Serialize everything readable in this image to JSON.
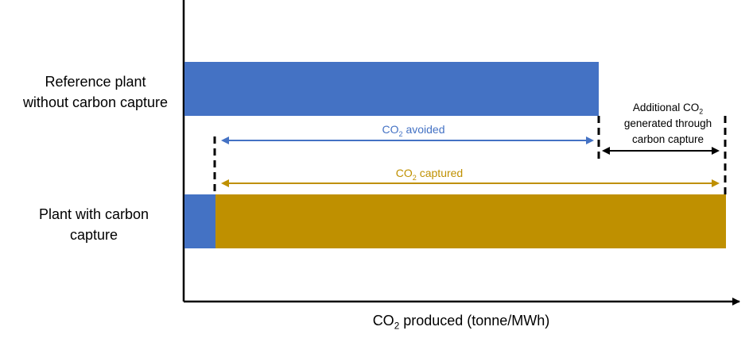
{
  "diagram": {
    "row_labels": {
      "reference_line1": "Reference plant",
      "reference_line2": "without carbon capture",
      "capture_line1": "Plant with carbon",
      "capture_line2": "capture"
    },
    "annotations": {
      "avoided_prefix": "CO",
      "avoided_sub": "2",
      "avoided_suffix": " avoided",
      "captured_prefix": "CO",
      "captured_sub": "2",
      "captured_suffix": " captured",
      "additional_line1_prefix": "Additional CO",
      "additional_line1_sub": "2",
      "additional_line2": "generated through",
      "additional_line3": "carbon capture"
    },
    "x_axis": {
      "prefix": "CO",
      "sub": "2",
      "suffix": " produced (tonne/MWh)"
    },
    "colors": {
      "blue": "#4472C4",
      "gold": "#BF9000",
      "axis": "#000000"
    }
  }
}
